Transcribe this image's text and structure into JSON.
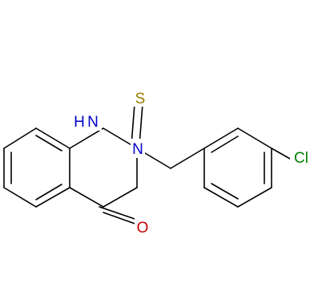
{
  "molecule": {
    "atoms": {
      "thione_s": {
        "label": "S",
        "color": "#9a7d00"
      },
      "n1h": {
        "label": "H",
        "color": "#0000cc"
      },
      "n1": {
        "label": "N",
        "color": "#0000cc"
      },
      "n3": {
        "label": "N",
        "color": "#0000cc"
      },
      "carbonyl_o": {
        "label": "O",
        "color": "#cc0000"
      },
      "chlorine": {
        "label": "Cl",
        "color": "#008000"
      }
    }
  }
}
